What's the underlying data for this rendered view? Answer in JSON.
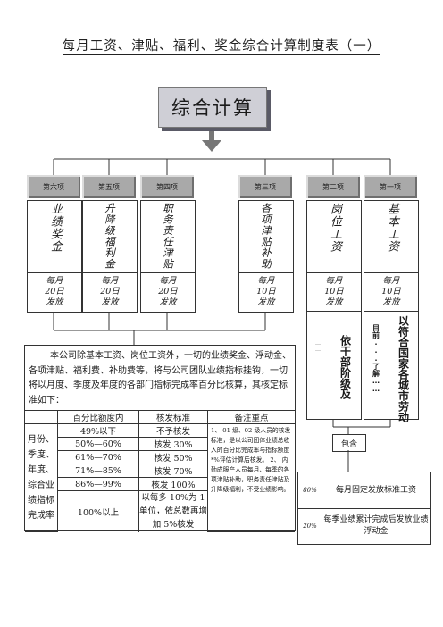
{
  "title": "每月工资、津贴、福利、奖金综合计算制度表（一）",
  "main_label": "综合计算",
  "items": [
    {
      "header": "第六项",
      "name": "业绩奖金",
      "pay": [
        "每月",
        "20日",
        "发放"
      ]
    },
    {
      "header": "第五项",
      "name": "升降级福利金",
      "pay": [
        "每月",
        "20日",
        "发放"
      ]
    },
    {
      "header": "第四项",
      "name": "职务责任津贴",
      "pay": [
        "每月",
        "20日",
        "发放"
      ]
    },
    {
      "header": "第三项",
      "name": "各项津贴补助",
      "pay": [
        "每月",
        "10日",
        "发放"
      ]
    },
    {
      "header": "第二项",
      "name": "岗位工资",
      "pay": [
        "每月",
        "10日",
        "发放"
      ]
    },
    {
      "header": "第一项",
      "name": "基本工资",
      "pay": [
        "每月",
        "10日",
        "发放"
      ]
    }
  ],
  "basic_note": "依干部阶级及",
  "basic_note_prefix": "……",
  "wage_note": "以符合国家各城市劳动",
  "wage_note_prefix": "目前...了解……",
  "intro_text": "本公司除基本工资、岗位工资外，一切的业绩奖金、浮动金、各项津贴、福利费、补助费等，将与公司团队业绩指标挂钩，一切将以月度、季度及年度的各部门指标完成率百分比核算，其核定标准如下：",
  "table": {
    "headers": [
      "百分比额度内",
      "核发标准",
      "备注重点"
    ],
    "left_label": "月份、季度、年度、综合业绩指标完成率",
    "rows": [
      {
        "range": "49%以下",
        "standard": "不予核发"
      },
      {
        "range": "50%—60%",
        "standard": "核发 30%"
      },
      {
        "range": "61%—70%",
        "standard": "核发 50%"
      },
      {
        "range": "71%—85%",
        "standard": "核发 70%"
      },
      {
        "range": "86%—99%",
        "standard": "核发 100%"
      },
      {
        "range": "100%以上",
        "standard": "以每多 10%为 1 单位，依总数再增加 5%核发"
      }
    ],
    "note": "1、 01 级、02 级人员的核发标准，是以公司团体业绩总收入的百分比完成率与指标额度*%评估计算后核发。 2、 内勤成服产人员每月、每季的各项津贴补助，职务责任津贴及升降级福利，不受业绩影响。"
  },
  "include_label": "包含",
  "percent_rows": [
    {
      "pct": "80%",
      "desc": "每月固定发放标准工资"
    },
    {
      "pct": "20%",
      "desc": "每季业绩累计完成后发放业绩浮动金"
    }
  ]
}
